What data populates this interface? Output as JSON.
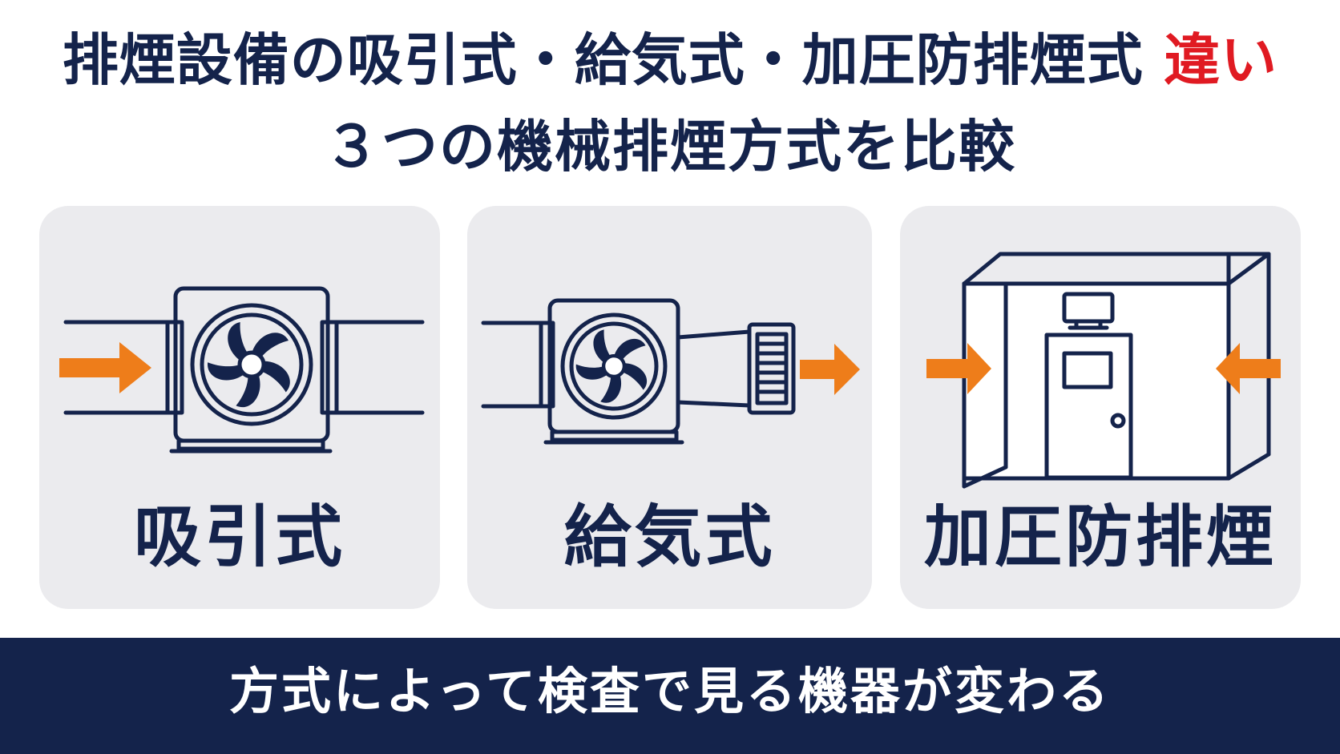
{
  "title": {
    "line1_main": "排煙設備の吸引式・給気式・加圧防排煙式",
    "line1_accent": "違い",
    "line2": "３つの機械排煙方式を比較"
  },
  "cards": [
    {
      "label": "吸引式",
      "icon": "exhaust-fan-duct-icon"
    },
    {
      "label": "給気式",
      "icon": "supply-fan-duct-icon"
    },
    {
      "label": "加圧防排煙",
      "icon": "pressurized-room-door-icon"
    }
  ],
  "footer": {
    "text": "方式によって検査で見る機器が変わる"
  },
  "colors": {
    "navy": "#14234b",
    "accent_red": "#e01a22",
    "arrow_orange": "#ee7d1a",
    "card_bg": "#ebebee"
  }
}
